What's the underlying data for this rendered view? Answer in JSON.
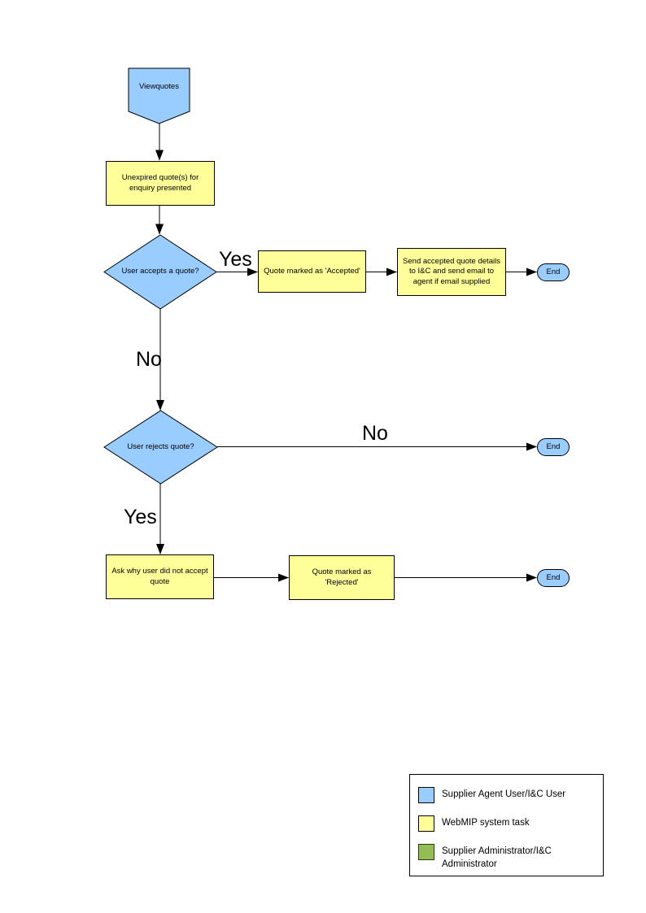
{
  "colors": {
    "actor_blue": "#99CCFF",
    "task_yellow": "#FFFF99",
    "admin_green": "#94BE53",
    "line": "#000000"
  },
  "nodes": {
    "start": {
      "label": "Viewquotes"
    },
    "unexpired": {
      "label": "Unexpired quote(s) for enquiry presented"
    },
    "accepts_decision": {
      "label": "User accepts a quote?"
    },
    "marked_accepted": {
      "label": "Quote  marked as 'Accepted'"
    },
    "send_details": {
      "label": "Send accepted quote details to I&C and send email to agent if email supplied"
    },
    "end_accept": {
      "label": "End"
    },
    "rejects_decision": {
      "label": "User rejects quote?"
    },
    "end_no_reject": {
      "label": "End"
    },
    "ask_why": {
      "label": "Ask why user did not accept quote"
    },
    "marked_rejected": {
      "label": "Quote  marked as 'Rejected'"
    },
    "end_reject": {
      "label": "End"
    }
  },
  "edge_labels": {
    "accept_yes": "Yes",
    "accept_no": "No",
    "reject_no": "No",
    "reject_yes": "Yes"
  },
  "legend": {
    "items": [
      {
        "label": "Supplier Agent User/I&C User",
        "color": "#99CCFF"
      },
      {
        "label": "WebMIP system task",
        "color": "#FFFF99"
      },
      {
        "label": "Supplier Administrator/I&C Administrator",
        "color": "#94BE53"
      }
    ]
  }
}
